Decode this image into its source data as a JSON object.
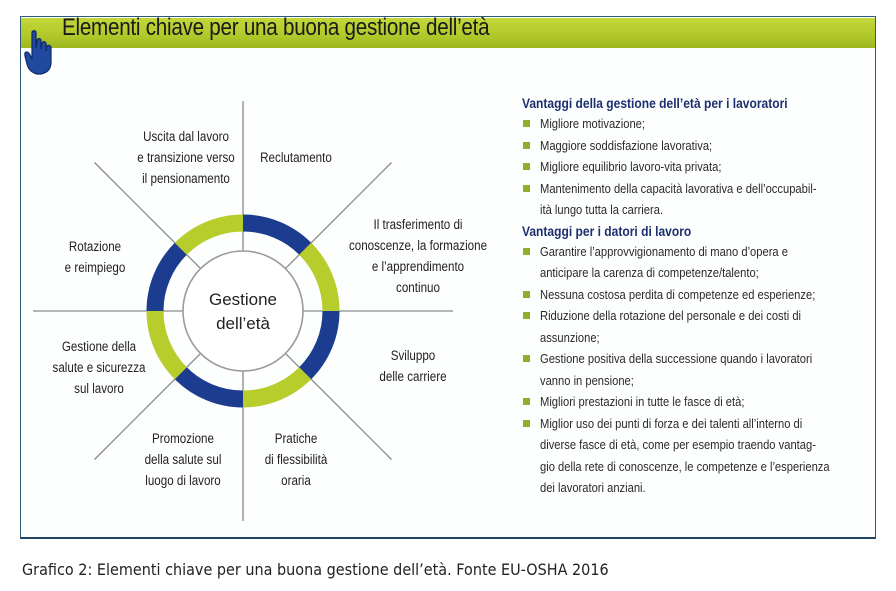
{
  "title": "Elementi chiave per una buona gestione dell’età",
  "icon": "pointing-hand-icon",
  "colors": {
    "blue": "#1b3c8f",
    "green": "#b6cd2c",
    "title_bar": "#b5cc2e",
    "bullet": "#8fae2c"
  },
  "diagram": {
    "center": [
      "Gestione",
      "dell’età"
    ],
    "segments": [
      {
        "lines": [
          "Reclutamento"
        ]
      },
      {
        "lines": [
          "Il trasferimento di",
          "conoscenze, la formazione",
          "e l’apprendimento",
          "continuo"
        ]
      },
      {
        "lines": [
          "Sviluppo",
          "delle carriere"
        ]
      },
      {
        "lines": [
          "Pratiche",
          "di flessibilità",
          "oraria"
        ]
      },
      {
        "lines": [
          "Promozione",
          "della salute sul",
          "luogo di lavoro"
        ]
      },
      {
        "lines": [
          "Gestione della",
          "salute e sicurezza",
          "sul lavoro"
        ]
      },
      {
        "lines": [
          "Rotazione",
          "e reimpiego"
        ]
      },
      {
        "lines": [
          "Uscita dal lavoro",
          "e transizione verso",
          "il pensionamento"
        ]
      }
    ]
  },
  "workers": {
    "heading": "Vantaggi della gestione dell’età per i lavoratori",
    "items": [
      [
        "Migliore motivazione;"
      ],
      [
        "Maggiore soddisfazione lavorativa;"
      ],
      [
        "Migliore equilibrio lavoro-vita privata;"
      ],
      [
        "Mantenimento della capacità lavorativa e dell’occupabil-",
        "ità lungo tutta la carriera."
      ]
    ]
  },
  "employers": {
    "heading": "Vantaggi per i datori di lavoro",
    "items": [
      [
        "Garantire l’approvvigionamento di mano d’opera e",
        "anticipare la carenza di competenze/talento;"
      ],
      [
        "Nessuna costosa perdita di competenze ed esperienze;"
      ],
      [
        "Riduzione della rotazione del personale e dei costi di",
        "assunzione;"
      ],
      [
        "Gestione positiva della successione quando i lavoratori",
        "vanno in pensione;"
      ],
      [
        "Migliori prestazioni in tutte le fasce di età;"
      ],
      [
        "Miglior uso dei punti di forza e dei talenti all’interno di",
        "diverse fasce di età, come per esempio traendo vantag-",
        "gio della rete di conoscenze, le competenze e l’esperienza",
        "dei lavoratori anziani."
      ]
    ]
  },
  "caption": "Grafico 2: Elementi chiave per una buona gestione dell’età. Fonte EU-OSHA 2016"
}
